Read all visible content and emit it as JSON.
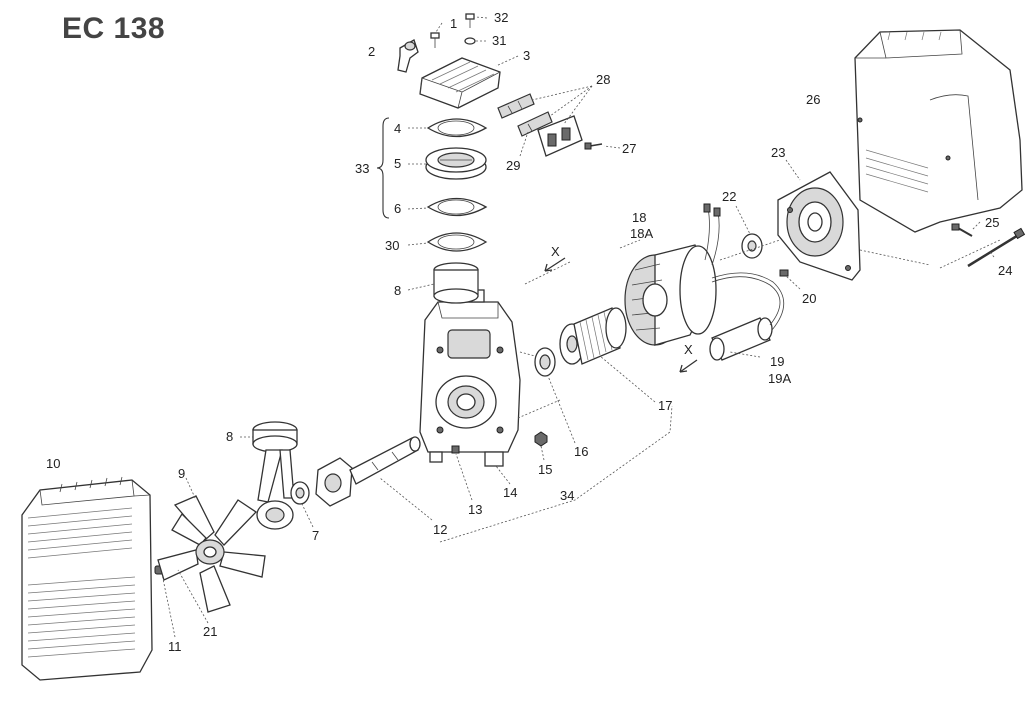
{
  "title": "EC 138",
  "direction_marker": "X",
  "labels": {
    "p1": "1",
    "p2": "2",
    "p3": "3",
    "p4": "4",
    "p5": "5",
    "p6": "6",
    "p7": "7",
    "p8a": "8",
    "p8b": "8",
    "p9": "9",
    "p10": "10",
    "p11": "11",
    "p12": "12",
    "p13": "13",
    "p14": "14",
    "p15": "15",
    "p16": "16",
    "p17": "17",
    "p18": "18",
    "p18a": "18A",
    "p19": "19",
    "p19a": "19A",
    "p20": "20",
    "p21": "21",
    "p22": "22",
    "p23": "23",
    "p24": "24",
    "p25": "25",
    "p26": "26",
    "p27": "27",
    "p28": "28",
    "p29": "29",
    "p30": "30",
    "p31": "31",
    "p32": "32",
    "p33": "33",
    "p34": "34"
  },
  "icons": {
    "direction_arrow": "arrow-down-left-icon"
  }
}
